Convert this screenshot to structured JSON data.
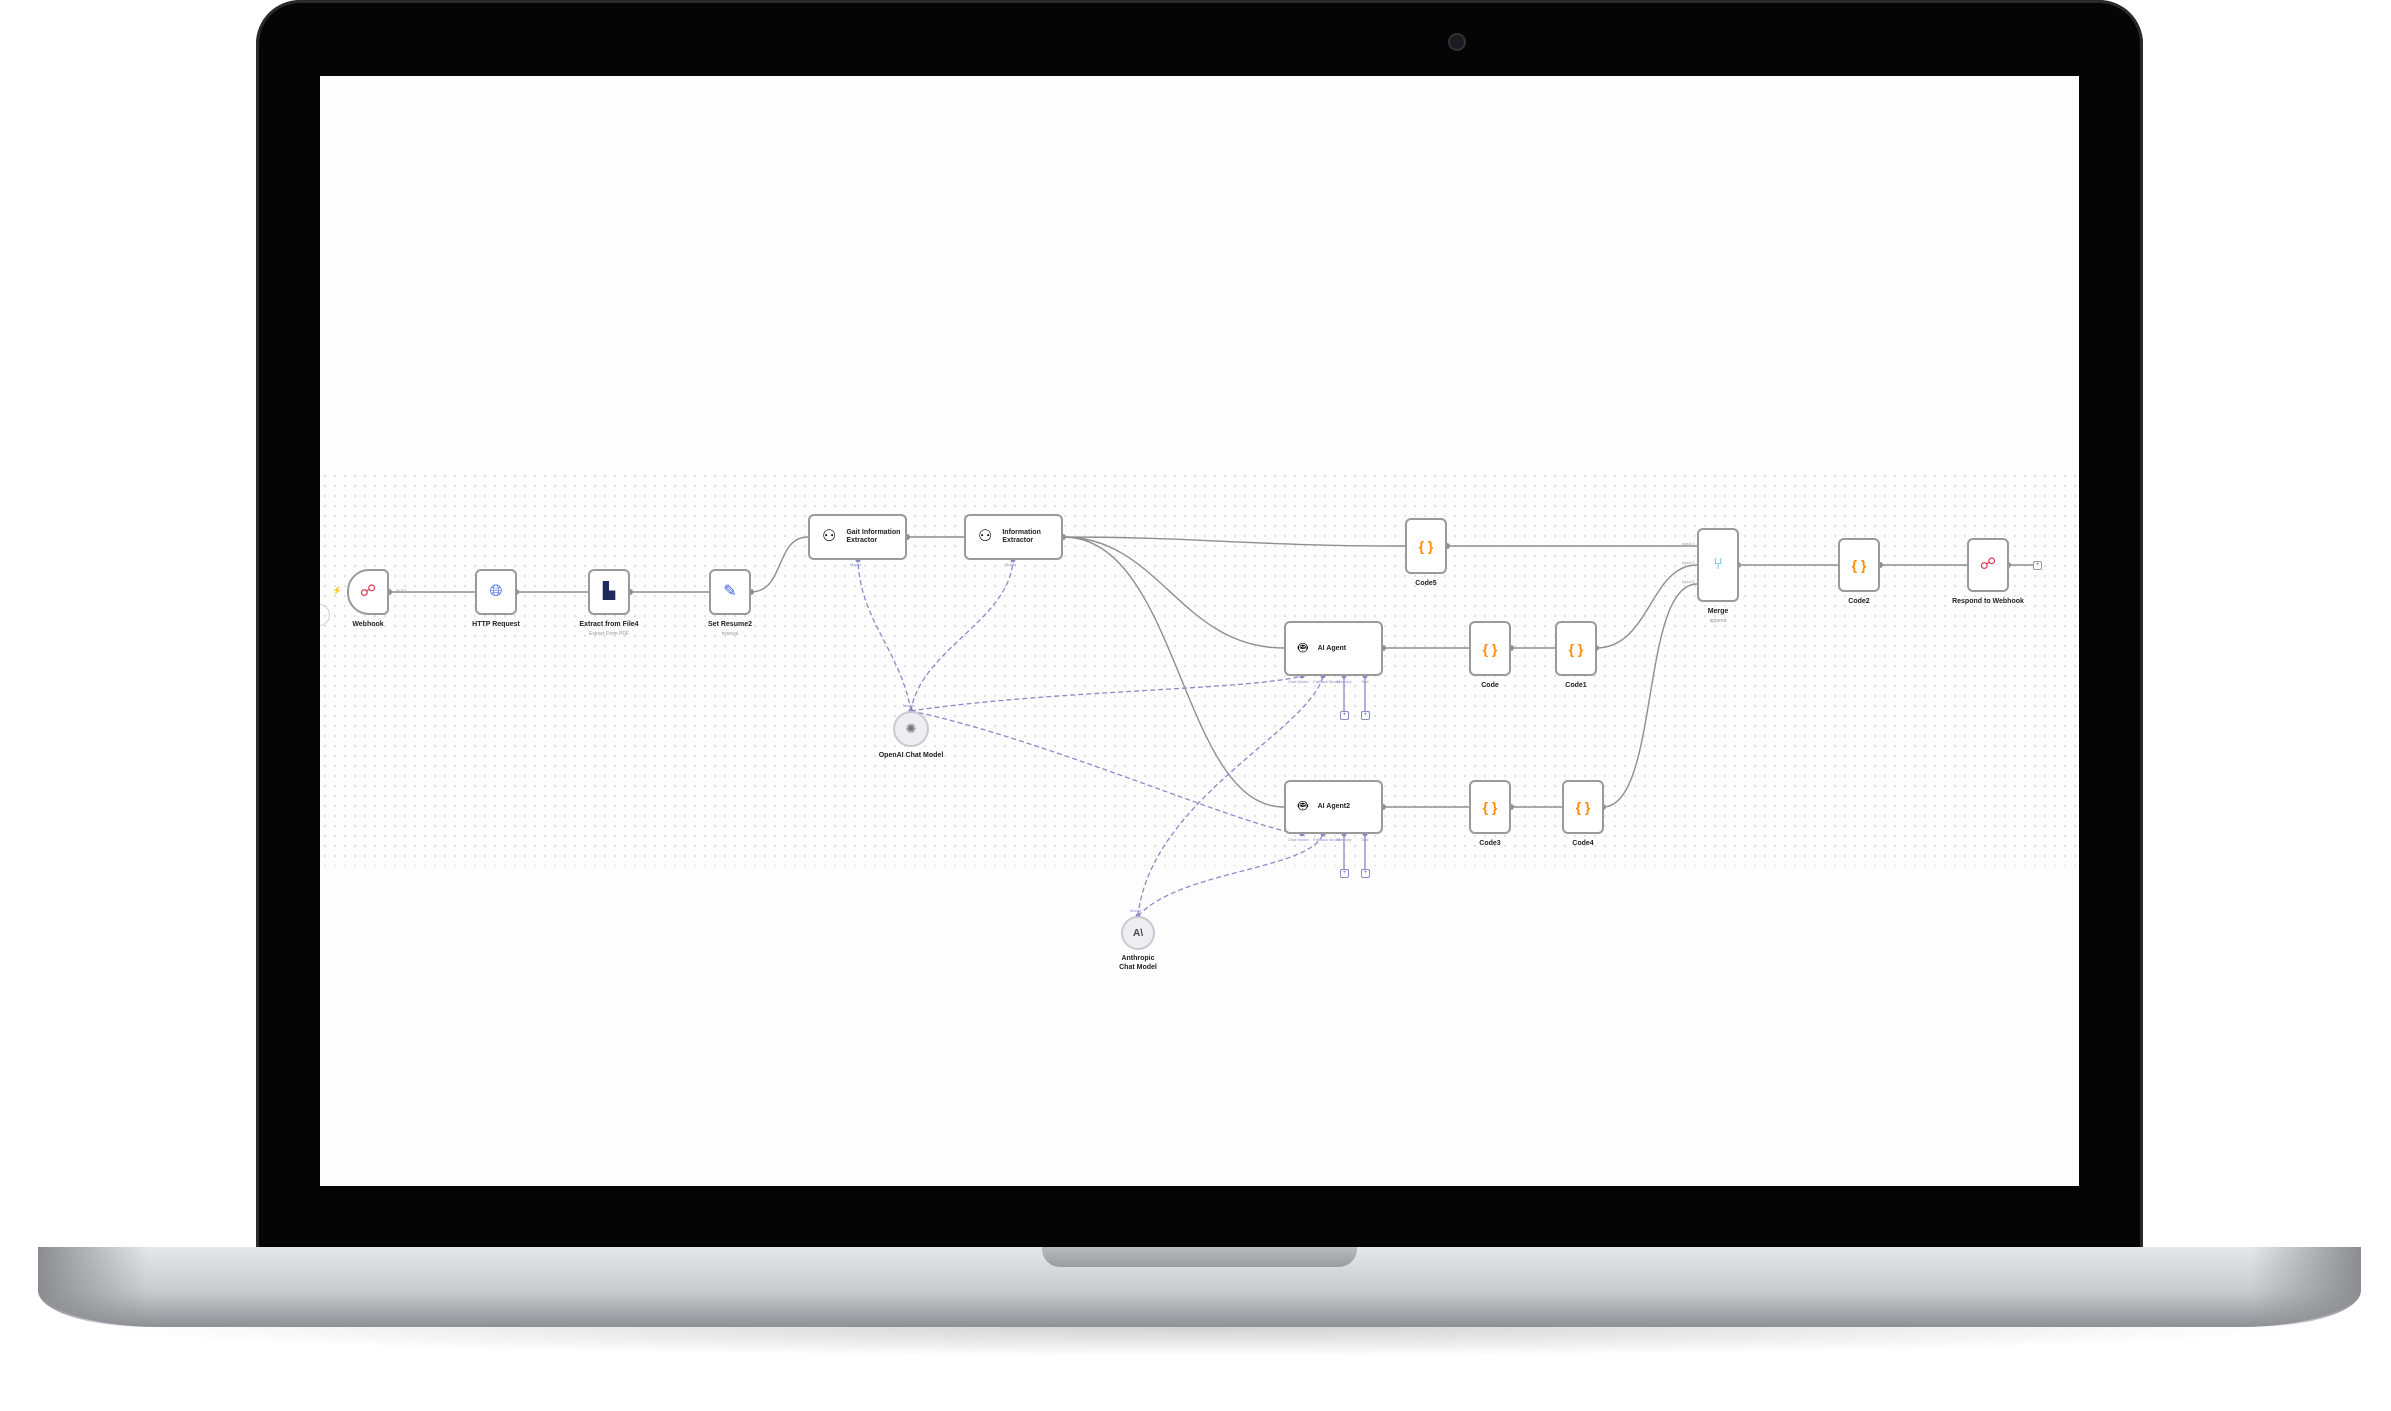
{
  "nodes": {
    "webhook": {
      "label": "Webhook",
      "icon": "webhook-icon",
      "output_label": "POST"
    },
    "http_request": {
      "label": "HTTP Request",
      "icon": "globe-icon"
    },
    "extract_from_file": {
      "label": "Extract from File4",
      "subtitle": "Extract From PDF",
      "icon": "file-extract-icon"
    },
    "set_resume": {
      "label": "Set Resume2",
      "subtitle": "manual",
      "icon": "pencil-icon"
    },
    "gait_extractor": {
      "label": "Gait Information Extractor",
      "icon": "extractor-icon",
      "handle": "Model"
    },
    "info_extractor": {
      "label": "Information Extractor",
      "icon": "extractor-icon",
      "handle": "Model"
    },
    "openai_model": {
      "label": "OpenAI Chat Model",
      "icon": "openai-icon",
      "handle": "Model"
    },
    "anthropic_model": {
      "label": "Anthropic Chat Model",
      "icon": "anthropic-icon",
      "icon_text": "A\\",
      "handle": "Model"
    },
    "ai_agent": {
      "label": "AI Agent",
      "icon": "robot-icon",
      "handles": [
        "Chat Model",
        "Fallback Model",
        "Memory",
        "Tool"
      ]
    },
    "ai_agent2": {
      "label": "AI Agent2",
      "icon": "robot-icon",
      "handles": [
        "Chat Model",
        "Fallback Model",
        "Memory",
        "Tool"
      ]
    },
    "code5": {
      "label": "Code5",
      "icon": "code-braces-icon"
    },
    "code": {
      "label": "Code",
      "icon": "code-braces-icon"
    },
    "code1": {
      "label": "Code1",
      "icon": "code-braces-icon"
    },
    "code3": {
      "label": "Code3",
      "icon": "code-braces-icon"
    },
    "code4": {
      "label": "Code4",
      "icon": "code-braces-icon"
    },
    "merge": {
      "label": "Merge",
      "subtitle": "append",
      "icon": "merge-icon",
      "inputs": [
        "Input 1",
        "Input 2",
        "Input 3"
      ]
    },
    "code2": {
      "label": "Code2",
      "icon": "code-braces-icon"
    },
    "respond": {
      "label": "Respond to Webhook",
      "icon": "webhook-icon"
    }
  },
  "glyphs": {
    "code": "{ }",
    "plus": "+",
    "bolt": "⚡"
  },
  "colors": {
    "code": "#ff8a00",
    "ai_connection": "#8a8ac8",
    "edge": "#8f8f8f",
    "webhook": "#e0344f",
    "http": "#3a5bf0",
    "merge": "#19b4c4"
  }
}
